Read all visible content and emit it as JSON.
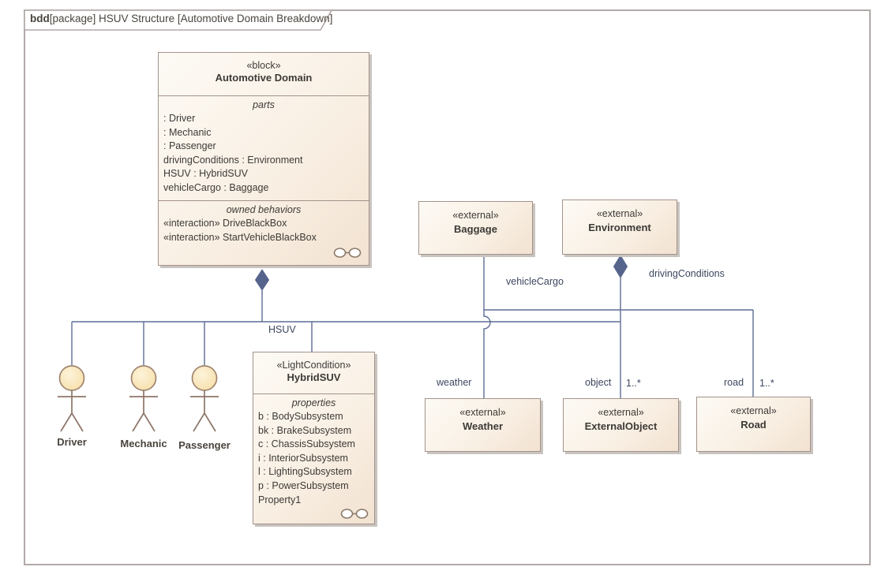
{
  "frame": {
    "title_bold": "bdd",
    "title_rest": "[package] HSUV Structure [Automotive Domain Breakdown]"
  },
  "blocks": {
    "automotive_domain": {
      "stereotype": "«block»",
      "name": "Automotive Domain",
      "parts_label": "parts",
      "parts": [
        ": Driver",
        ": Mechanic",
        ": Passenger",
        "drivingConditions : Environment",
        "HSUV : HybridSUV",
        "vehicleCargo : Baggage"
      ],
      "behaviors_label": "owned behaviors",
      "behaviors": [
        "«interaction» DriveBlackBox",
        "«interaction» StartVehicleBlackBox"
      ]
    },
    "baggage": {
      "stereotype": "«external»",
      "name": "Baggage"
    },
    "environment": {
      "stereotype": "«external»",
      "name": "Environment"
    },
    "hybridsuv": {
      "stereotype": "«LightCondition»",
      "name": "HybridSUV",
      "properties_label": "properties",
      "properties": [
        "b : BodySubsystem",
        "bk : BrakeSubsystem",
        "c : ChassisSubsystem",
        "i : InteriorSubsystem",
        "l : LightingSubsystem",
        "p : PowerSubsystem",
        "Property1"
      ]
    },
    "weather": {
      "stereotype": "«external»",
      "name": "Weather"
    },
    "externalobject": {
      "stereotype": "«external»",
      "name": "ExternalObject"
    },
    "road": {
      "stereotype": "«external»",
      "name": "Road"
    }
  },
  "actors": [
    {
      "name": "Driver"
    },
    {
      "name": "Mechanic"
    },
    {
      "name": "Passenger"
    }
  ],
  "connector_labels": {
    "hsuv": "HSUV",
    "vehicle_cargo": "vehicleCargo",
    "driving_conditions": "drivingConditions",
    "weather": "weather",
    "object": "object",
    "object_mult": "1..*",
    "road": "road",
    "road_mult": "1..*"
  },
  "colors": {
    "connector": "#5e6d95",
    "diamond": "#56648c",
    "blk-border": "#a3928b",
    "fill-light": "#fdfaf5",
    "fill-dark": "#f2e2d1",
    "frame-border": "#b3a9a9",
    "text": "#3d3a37",
    "conn-text": "#3c4660",
    "shadow": "#c9c4bf",
    "actor-stroke": "#8d7668"
  }
}
